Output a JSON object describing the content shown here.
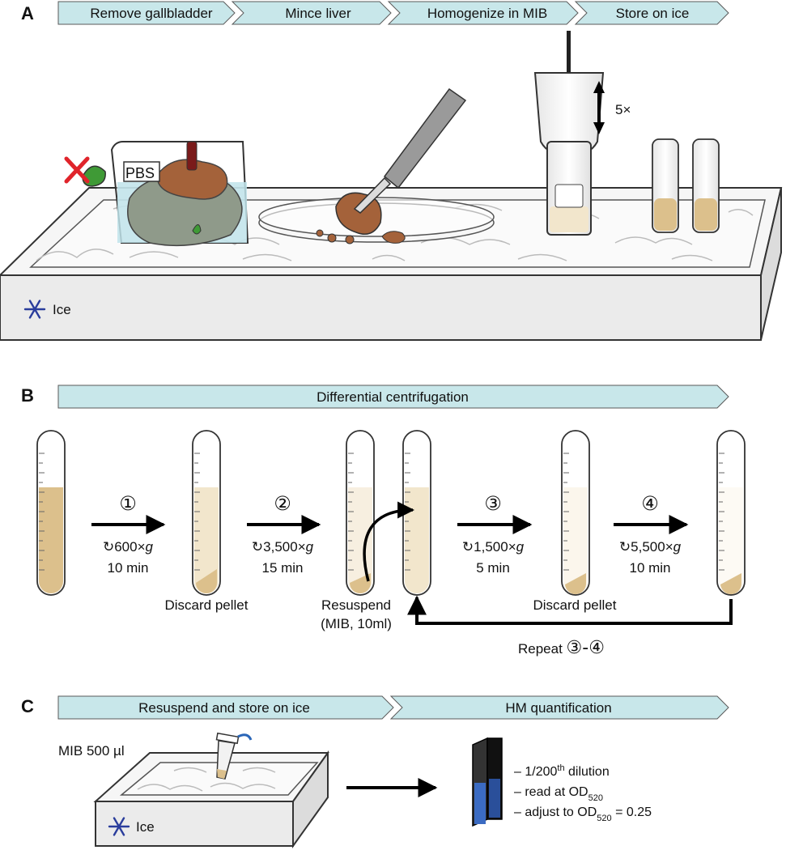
{
  "panels": {
    "a": {
      "letter": "A",
      "steps": [
        "Remove gallbladder",
        "Mince liver",
        "Homogenize in MIB",
        "Store on ice"
      ],
      "beaker_label": "PBS",
      "strokes_label": "5×",
      "ice_label": "Ice"
    },
    "b": {
      "letter": "B",
      "banner": "Differential centrifugation",
      "steps": [
        {
          "num": "①",
          "speed_prefix": "↻600×",
          "unit": "g",
          "time": "10 min"
        },
        {
          "num": "②",
          "speed_prefix": "↻3,500×",
          "unit": "g",
          "time": "15 min"
        },
        {
          "num": "③",
          "speed_prefix": "↻1,500×",
          "unit": "g",
          "time": "5 min"
        },
        {
          "num": "④",
          "speed_prefix": "↻5,500×",
          "unit": "g",
          "time": "10 min"
        }
      ],
      "discard_1": "Discard pellet",
      "resuspend_1": "Resuspend",
      "resuspend_2": "(MIB, 10ml)",
      "discard_2": "Discard pellet",
      "repeat_prefix": "Repeat ",
      "repeat_range": "③-④"
    },
    "c": {
      "letter": "C",
      "steps": [
        "Resuspend and store on ice",
        "HM quantification"
      ],
      "volume_label": "MIB 500 µl",
      "ice_label": "Ice",
      "notes": {
        "dilution_prefix": "– 1/200",
        "dilution_sup": "th",
        "dilution_suffix": " dilution",
        "read_prefix": "– read at OD",
        "read_sub": "520",
        "adjust_prefix": "– adjust to OD",
        "adjust_sub": "520",
        "adjust_suffix": " = 0.25"
      }
    }
  },
  "colors": {
    "banner_fill": "#c8e7ea",
    "ice": "#f3f3f3",
    "liquid": "#dcc08c",
    "liquid_light": "#f2e6cc",
    "liver": "#a4623a",
    "snowflake": "#2a3d9c"
  }
}
